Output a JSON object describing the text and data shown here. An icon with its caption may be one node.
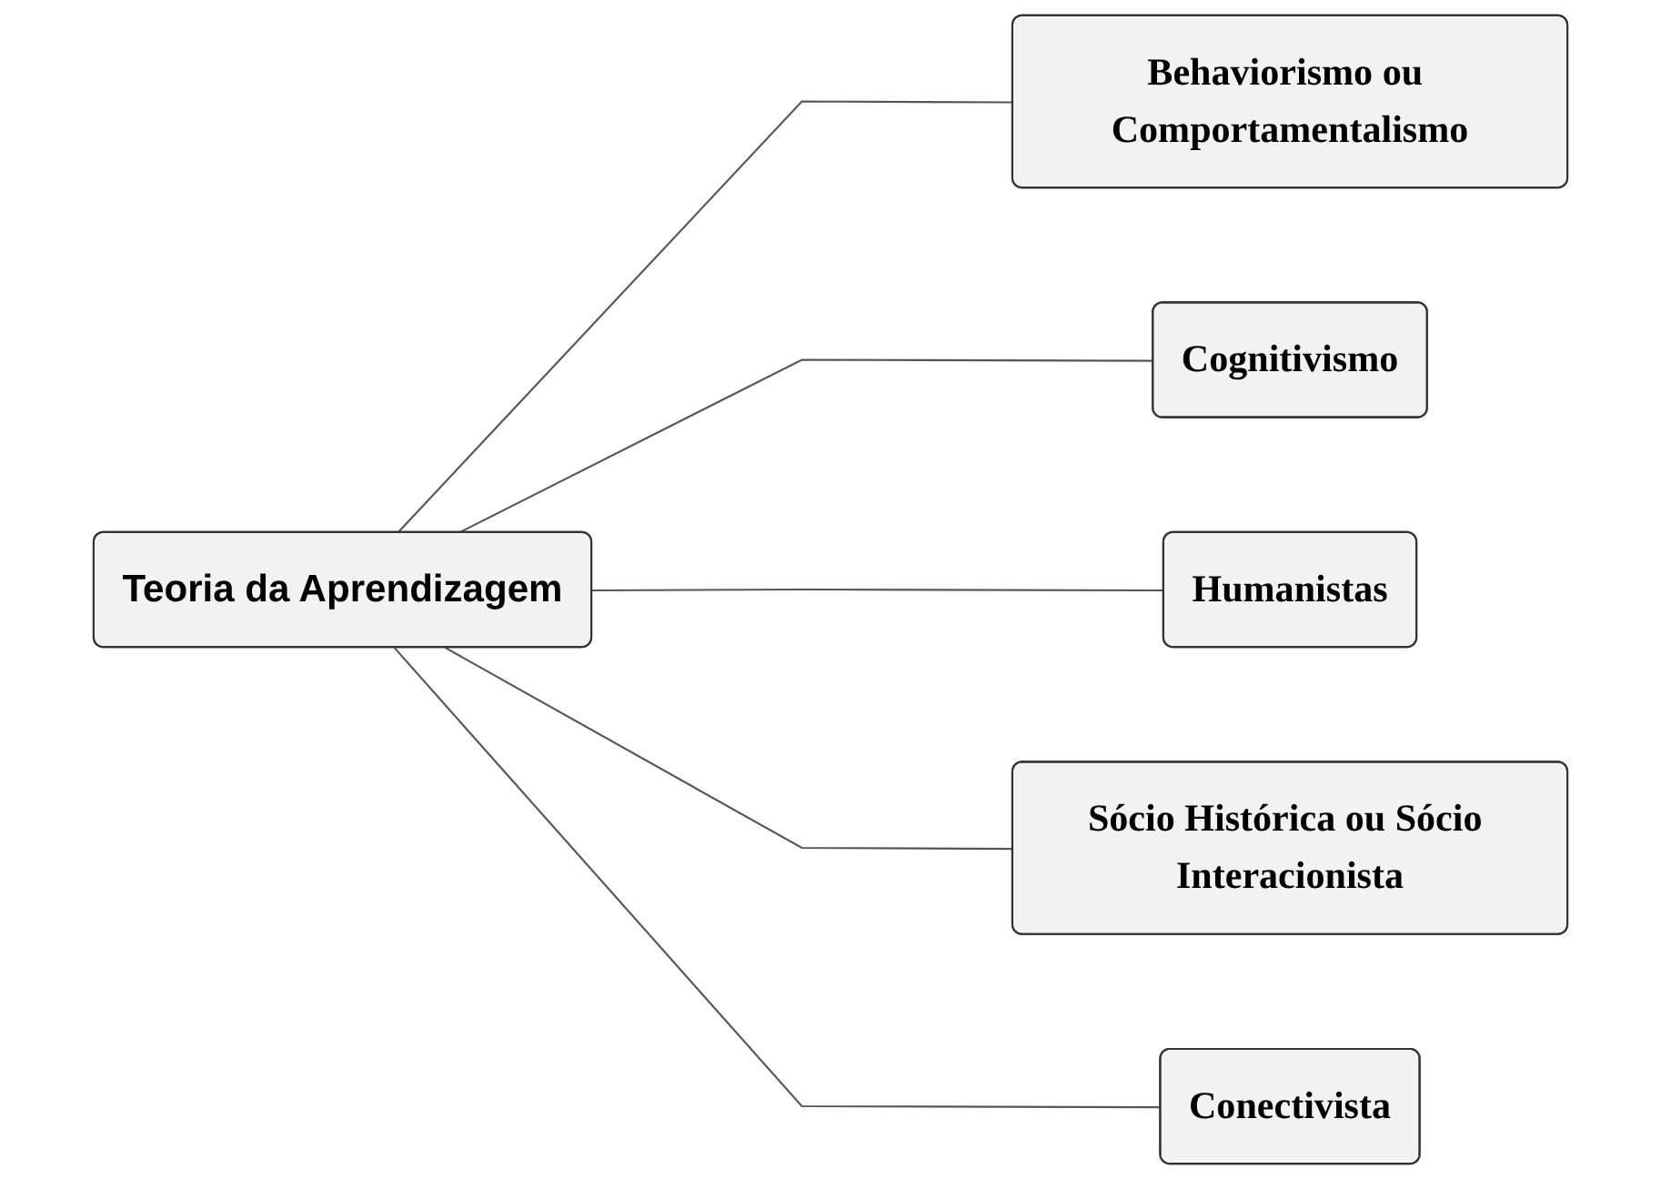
{
  "diagram": {
    "nodes": [
      {
        "text": [
          "Teoria da Aprendizagem"
        ]
      },
      {
        "text": [
          "Behaviorismo ou Comportamentalismo"
        ]
      },
      {
        "text": [
          "Cognitivismo"
        ]
      },
      {
        "text": [
          "Humanistas"
        ]
      },
      {
        "text": [
          "Sócio Histórica ou Sócio Interacionista"
        ]
      },
      {
        "text": [
          "Conectivista"
        ]
      }
    ],
    "edges": [
      {
        "from": 0,
        "to": 1,
        "arrow": "none"
      },
      {
        "from": 0,
        "to": 2,
        "arrow": "none"
      },
      {
        "from": 0,
        "to": 3,
        "arrow": "none"
      },
      {
        "from": 0,
        "to": 4,
        "arrow": "none"
      },
      {
        "from": 0,
        "to": 5,
        "arrow": "none"
      }
    ]
  }
}
